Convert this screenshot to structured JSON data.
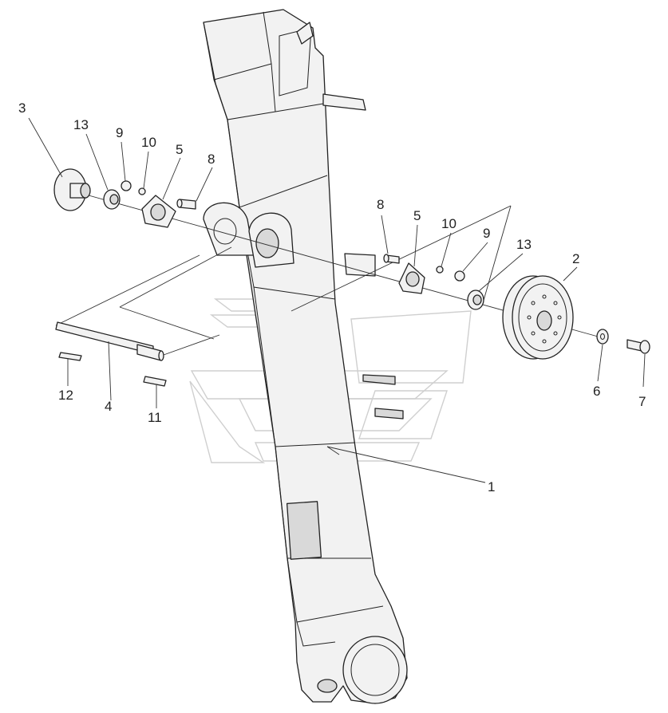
{
  "callouts": [
    {
      "id": "c1",
      "text": "1"
    },
    {
      "id": "c2",
      "text": "2"
    },
    {
      "id": "c3",
      "text": "3"
    },
    {
      "id": "c4",
      "text": "4"
    },
    {
      "id": "c5a",
      "text": "5"
    },
    {
      "id": "c5b",
      "text": "5"
    },
    {
      "id": "c6",
      "text": "6"
    },
    {
      "id": "c7",
      "text": "7"
    },
    {
      "id": "c8a",
      "text": "8"
    },
    {
      "id": "c8b",
      "text": "8"
    },
    {
      "id": "c9a",
      "text": "9"
    },
    {
      "id": "c9b",
      "text": "9"
    },
    {
      "id": "c10a",
      "text": "10"
    },
    {
      "id": "c10b",
      "text": "10"
    },
    {
      "id": "c11",
      "text": "11"
    },
    {
      "id": "c12",
      "text": "12"
    },
    {
      "id": "c13a",
      "text": "13"
    },
    {
      "id": "c13b",
      "text": "13"
    }
  ],
  "colors": {
    "line": "#222222",
    "fill": "#f2f2f2",
    "watermark": "#cfcfcf"
  }
}
